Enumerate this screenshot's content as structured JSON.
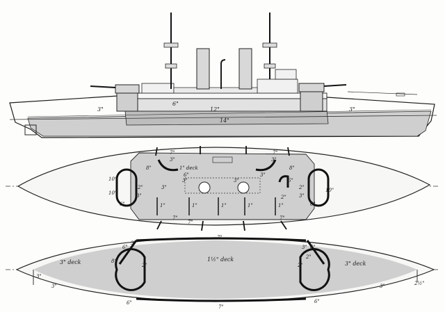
{
  "profile": {
    "labels": [
      "3\"",
      "6\"",
      "12\"",
      "14\"",
      "3\""
    ]
  },
  "upper_deck": {
    "labels": [
      "7\"",
      "7\"",
      "8\"",
      "1\" deck",
      "8\"",
      "10\"",
      "2\"",
      "6\"",
      "3\"",
      "6\"",
      "3\"",
      "10\"",
      "2\"",
      "6\"",
      "3\"",
      "3\"",
      "3\"",
      "10\"",
      "1\"",
      "1\"",
      "1\"",
      "1\"",
      "1\"",
      "2\"",
      "3\"",
      "3\"",
      "3\"",
      "6\"",
      "7\"",
      "7\"",
      "7\""
    ]
  },
  "lower_deck": {
    "labels": [
      "7\"",
      "6\"",
      "3\"",
      "3\" deck",
      "1½\" deck",
      "3\"",
      "6\"",
      "3\" deck",
      "8\"",
      "2\"",
      "2\"",
      "2\"",
      "3\"",
      "3\"",
      "3\"",
      "2½\"",
      "6\"",
      "7\"",
      "6\""
    ]
  },
  "colors": {
    "armor_fill": "#cfcfcf",
    "ink": "#1b1b1b",
    "paper": "#fdfdfb"
  }
}
